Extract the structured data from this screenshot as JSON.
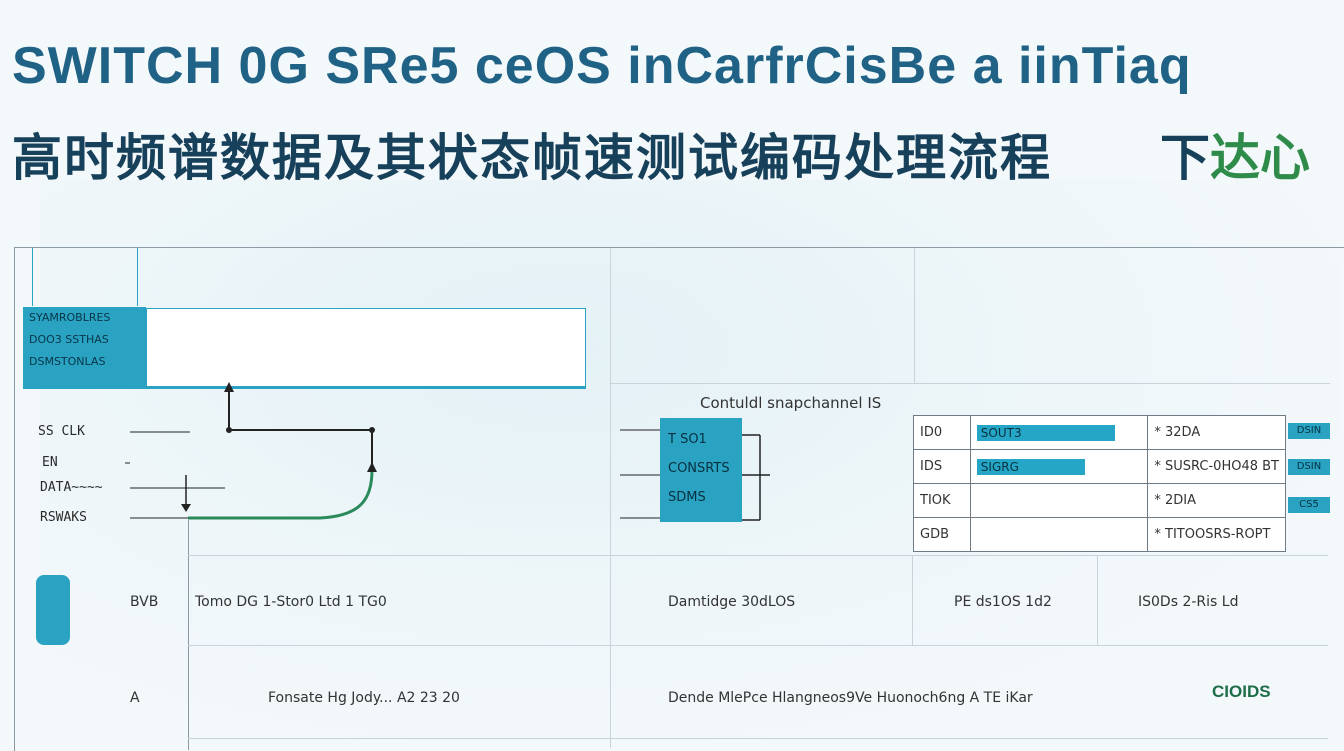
{
  "header": {
    "title_line1": "SWITCH 0G SRe5 ceOS inCarfrCisBe a iinTiaq",
    "title_line2": "高时频谱数据及其状态帧速测试编码处理流程",
    "title_line2_right_a": "下",
    "title_line2_right_b": "达心"
  },
  "top_panel": {
    "lines": [
      "SYAMROBLRES",
      "DOO3 SSTHAS",
      "DSMSTONLAS"
    ]
  },
  "signals": [
    {
      "label": "SS CLK"
    },
    {
      "label": "EN"
    },
    {
      "label": "DATA~~~~"
    },
    {
      "label": "RSWAKS"
    }
  ],
  "block": {
    "caption": "Contuldl snapchannel  IS",
    "ports": [
      "T SO1",
      "CONSRTS",
      "SDMS"
    ]
  },
  "register_table": {
    "rows": [
      {
        "id": "ID0",
        "bar": "SOUT3",
        "value": "* 32DA"
      },
      {
        "id": "IDS",
        "bar": "SIGRG",
        "value": "* SUSRC-0HO48 BT"
      },
      {
        "id": "TIOK",
        "bar": "",
        "value": "* 2DIA"
      },
      {
        "id": "GDB",
        "bar": "",
        "value": "* TITOOSRS-ROPT"
      }
    ],
    "tags": [
      "DSIN",
      "DSIN",
      "CS5"
    ]
  },
  "timing_rows": [
    {
      "lead": "BVB",
      "cells": [
        "Tomo DG 1-Stor0 Ltd 1 TG0",
        "Damtidge 30dLOS",
        "PE ds1OS 1d2",
        "IS0Ds 2-Ris Ld"
      ]
    },
    {
      "lead": "A",
      "cells": [
        "Fonsate Hg Jody... A2 23 20",
        "Dende MlePce  Hlangneos9Ve Huonoch6ng A  TE iKar"
      ]
    }
  ],
  "footer_badge": "CIOIDS",
  "colors": {
    "accent": "#2aa3c3",
    "title_blue": "#1f6285",
    "title_dark": "#17405a",
    "wire_green": "#2a8a5c"
  }
}
